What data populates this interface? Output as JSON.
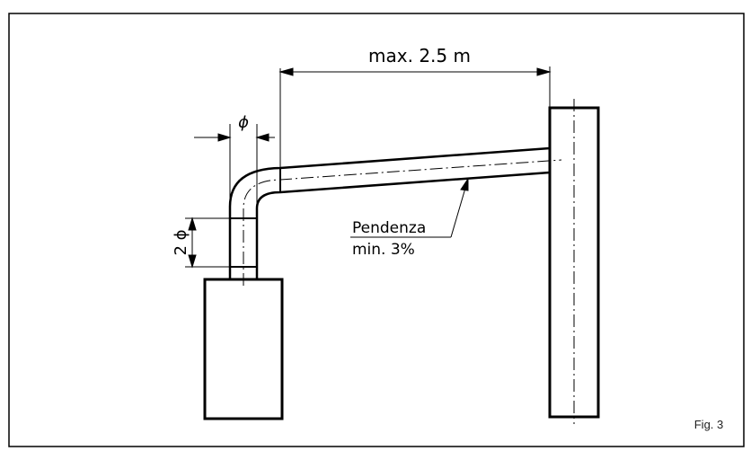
{
  "figure": {
    "caption": "Fig. 3",
    "labels": {
      "max_distance": "max. 2.5 m",
      "diameter_symbol": "ϕ",
      "double_diameter": "2 ϕ",
      "slope_title": "Pendenza",
      "slope_value": "min. 3%"
    }
  }
}
